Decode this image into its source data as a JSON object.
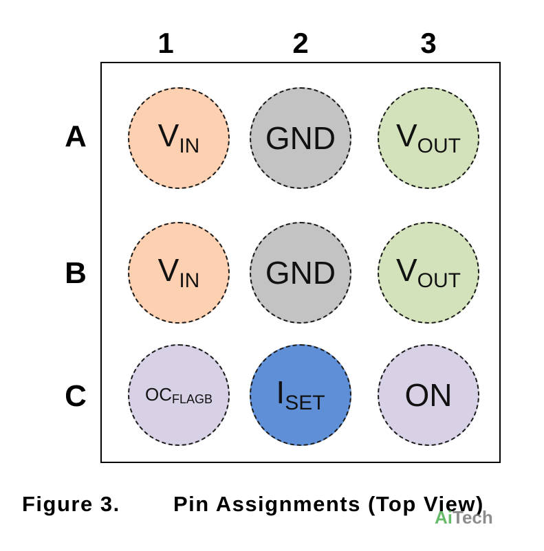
{
  "columns": [
    "1",
    "2",
    "3"
  ],
  "rows": [
    "A",
    "B",
    "C"
  ],
  "pins": [
    {
      "row": "A",
      "col": "1",
      "main": "V",
      "sub": "IN",
      "color": "#fcd0b1",
      "small": false
    },
    {
      "row": "A",
      "col": "2",
      "main": "GND",
      "sub": "",
      "color": "#c3c3c3",
      "small": false
    },
    {
      "row": "A",
      "col": "3",
      "main": "V",
      "sub": "OUT",
      "color": "#d3e2bb",
      "small": false
    },
    {
      "row": "B",
      "col": "1",
      "main": "V",
      "sub": "IN",
      "color": "#fcd0b1",
      "small": false
    },
    {
      "row": "B",
      "col": "2",
      "main": "GND",
      "sub": "",
      "color": "#c3c3c3",
      "small": false
    },
    {
      "row": "B",
      "col": "3",
      "main": "V",
      "sub": "OUT",
      "color": "#d3e2bb",
      "small": false
    },
    {
      "row": "C",
      "col": "1",
      "main": "OC",
      "sub": "FLAGB",
      "color": "#d8d1e6",
      "small": true
    },
    {
      "row": "C",
      "col": "2",
      "main": "I",
      "sub": "SET",
      "color": "#5f8fd6",
      "small": false
    },
    {
      "row": "C",
      "col": "3",
      "main": "ON",
      "sub": "",
      "color": "#d8d1e6",
      "small": false
    }
  ],
  "caption": {
    "figure": "Figure 3.",
    "title": "Pin Assignments (Top View)"
  },
  "watermark": {
    "part1": "Ai",
    "part2": "Tech"
  }
}
